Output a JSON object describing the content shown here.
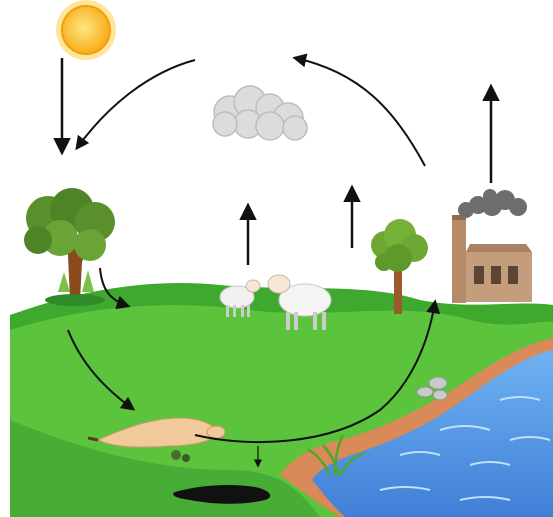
{
  "diagram": {
    "kind": "carbon-cycle",
    "elements": [
      {
        "id": "sun",
        "icon": "sun-icon"
      },
      {
        "id": "cloud",
        "icon": "cloud-icon"
      },
      {
        "id": "tree-left",
        "icon": "tree-icon"
      },
      {
        "id": "tree-right",
        "icon": "tree-icon"
      },
      {
        "id": "sheep",
        "icon": "sheep-icon",
        "count": 2
      },
      {
        "id": "dead-animal",
        "icon": "cow-icon"
      },
      {
        "id": "factory",
        "icon": "factory-icon"
      },
      {
        "id": "smoke",
        "icon": "smoke-icon"
      },
      {
        "id": "fossil-fuel",
        "icon": "oil-deposit-icon"
      },
      {
        "id": "water",
        "icon": "water-icon"
      }
    ],
    "arrows": [
      {
        "id": "sun-to-tree",
        "from": "sun",
        "to": "tree-left"
      },
      {
        "id": "atmosphere-to-tree",
        "from": "cloud",
        "to": "tree-left"
      },
      {
        "id": "tree-right-to-atmosphere",
        "from": "tree-right",
        "to": "cloud"
      },
      {
        "id": "tree-left-to-ground",
        "from": "tree-left",
        "to": "ground"
      },
      {
        "id": "tree-left-to-dead-animal",
        "from": "tree-left",
        "to": "dead-animal"
      },
      {
        "id": "dead-animal-to-tree-right",
        "from": "dead-animal",
        "to": "tree-right"
      },
      {
        "id": "ground-to-fossil-fuel",
        "from": "ground",
        "to": "fossil-fuel"
      },
      {
        "id": "sheep-respiration",
        "from": "sheep",
        "to": "atmosphere"
      },
      {
        "id": "tree-right-respiration",
        "from": "tree-right",
        "to": "atmosphere"
      },
      {
        "id": "factory-emission",
        "from": "factory",
        "to": "atmosphere"
      }
    ],
    "colors": {
      "grass_light": "#5cc43c",
      "grass_dark": "#2f9a2a",
      "water": "#4a8fe0",
      "shore": "#d98a58",
      "sun": "#fbbd1c",
      "cloud": "#d8d8d8",
      "smoke": "#6e6e6e",
      "factory": "#b58b6a",
      "arrow": "#111111"
    }
  }
}
